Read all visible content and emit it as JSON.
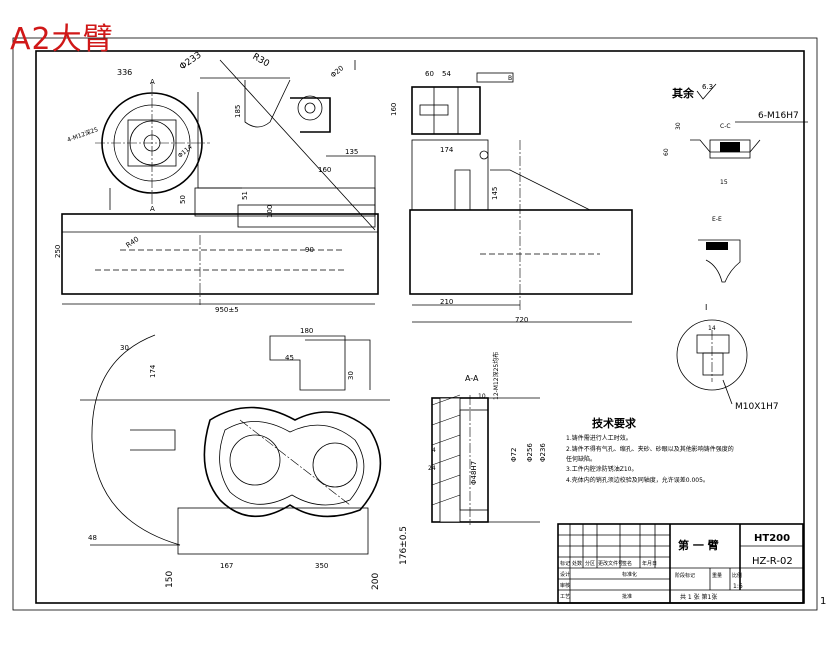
{
  "title_overlay": "A2大臂",
  "page_number": "1",
  "dimensions": {
    "d233": "Φ233",
    "r30": "R30",
    "d336": "336",
    "d185": "185",
    "d20": "Φ20",
    "m12": "4-M12深25",
    "d114": "Φ114",
    "d135": "135",
    "d160a": "160",
    "d50": "50",
    "d51": "51",
    "d100": "100",
    "d250": "250",
    "r40": "R40",
    "d90": "90",
    "d950": "950±5",
    "d60": "60",
    "d54": "54",
    "d160b": "160",
    "d174": "174",
    "d145": "145",
    "d210": "210",
    "d720": "720",
    "d180": "180",
    "d45": "45",
    "d174b": "174",
    "d30": "30",
    "d167": "167",
    "d350": "350",
    "d150": "150",
    "d200": "200",
    "d176": "176±0.5",
    "d48": "48",
    "aa": "A-A",
    "d10": "10",
    "d4": "4",
    "d24": "24",
    "d72": "Φ72",
    "d256": "Φ256",
    "d236": "Φ236",
    "d48h7": "Φ48H7",
    "d6m16": "6-M16H7",
    "m10": "M10X1H7",
    "cc": "C-C",
    "ee": "E-E",
    "d14": "14",
    "d15": "15",
    "d60c": "60",
    "d30c": "30",
    "rest_ra": "其余",
    "ra_val": "6.3",
    "label_a": "A",
    "label_b": "B",
    "cut": "12-M12深25均布"
  },
  "tech": {
    "heading": "技术要求",
    "items": [
      "1.铸件需进行人工时效。",
      "2.铸件不得有气孔、缩孔、夹砂、砂眼以及其他影响铸件强度的",
      "  任何缺陷。",
      "3.工件内腔涂防锈油Z10。",
      "4.壳体内的销孔须边校验及同轴度，允许误差0.005。"
    ]
  },
  "title_block": {
    "part_name": "第 一 臂",
    "material": "HT200",
    "drawing_no": "HZ-R-02",
    "scale": "1:6",
    "sheet": "共 1 张 第1张",
    "row_labels": [
      "标记",
      "处数",
      "分区",
      "更改文件号",
      "签名",
      "年月日"
    ],
    "design": "设计",
    "std": "标准化",
    "stage": "阶段标记",
    "weight": "重量",
    "scale_label": "比例",
    "review": "审核",
    "process": "工艺",
    "approve": "批准"
  }
}
